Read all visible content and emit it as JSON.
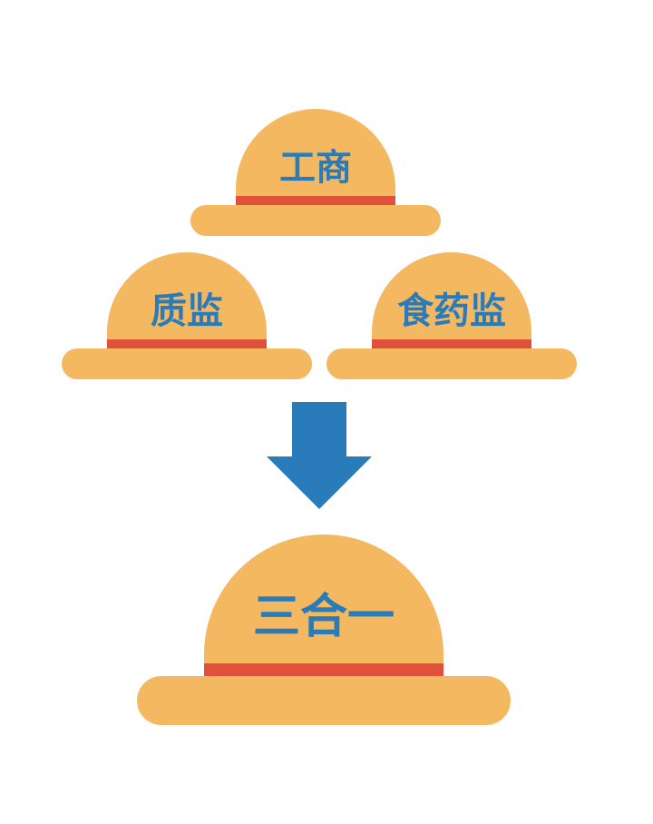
{
  "colors": {
    "hat": "#F4B860",
    "band": "#E0503A",
    "text": "#2A7BBA",
    "arrow": "#2A7BBA"
  },
  "hats": {
    "top": {
      "label": "工商"
    },
    "left": {
      "label": "质监"
    },
    "right": {
      "label": "食药监"
    },
    "merged": {
      "label": "三合一"
    }
  },
  "arrow": {
    "icon": "down-arrow-icon"
  }
}
